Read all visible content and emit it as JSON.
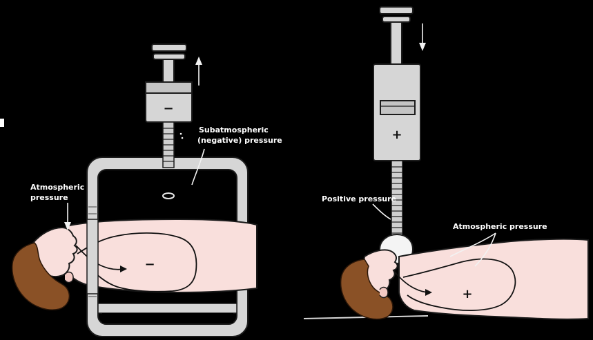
{
  "left_panel": {
    "atmospheric_label_line1": "Atmospheric",
    "atmospheric_label_line2": "pressure",
    "subatmospheric_label_line1": "Subatmospheric",
    "subatmospheric_label_line2": "(negative) pressure",
    "syringe_sign": "−",
    "chest_sign": "−"
  },
  "right_panel": {
    "positive_label": "Positive pressure",
    "atmospheric_label": "Atmospheric pressure",
    "syringe_sign": "+",
    "chest_sign": "+"
  },
  "colors": {
    "background": "#000000",
    "skin": "#f9dfdc",
    "hair": "#8a5126",
    "device": "#d6d6d6",
    "label_text": "#ffffff"
  }
}
